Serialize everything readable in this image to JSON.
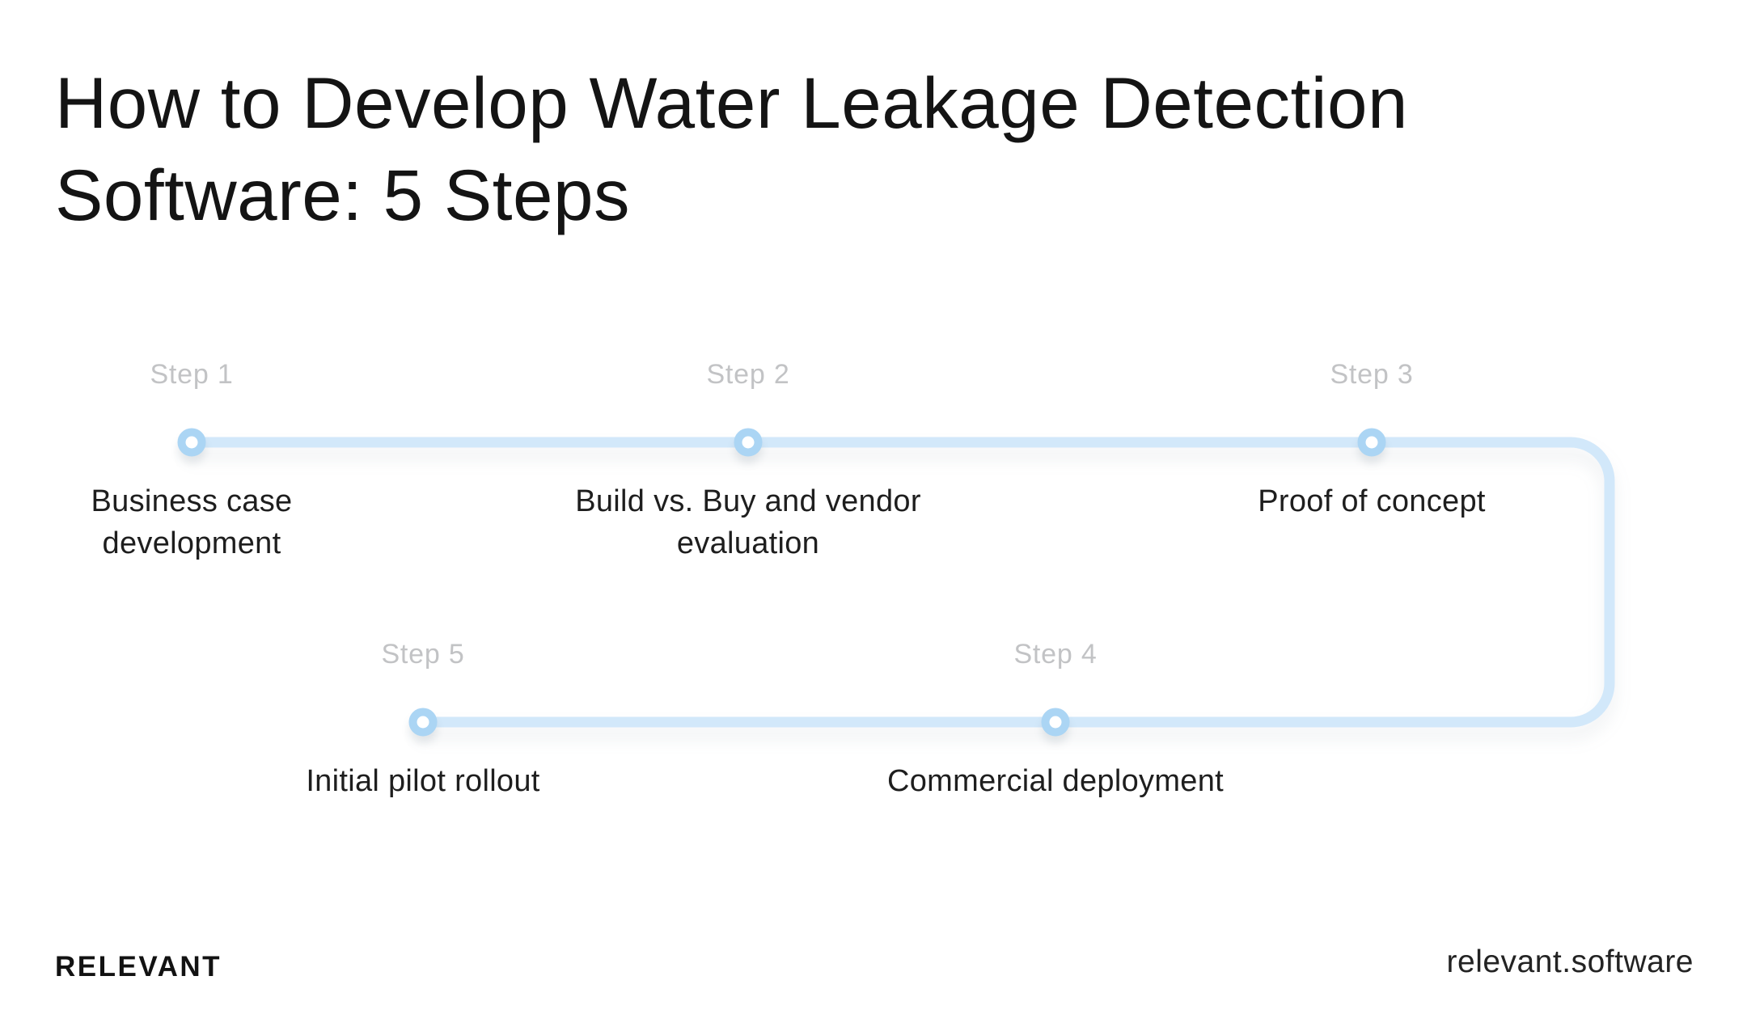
{
  "title": {
    "line1": "How to Develop Water Leakage Detection",
    "line2": "Software: 5 Steps"
  },
  "timeline": {
    "steps": [
      {
        "label": "Step 1",
        "description": "Business case\ndevelopment"
      },
      {
        "label": "Step 2",
        "description": "Build vs. Buy and vendor\nevaluation"
      },
      {
        "label": "Step 3",
        "description": "Proof of concept"
      },
      {
        "label": "Step 4",
        "description": "Commercial deployment"
      },
      {
        "label": "Step 5",
        "description": "Initial pilot rollout"
      }
    ],
    "colors": {
      "track": "#d2e8fa",
      "node_ring": "#abd5f4",
      "node_fill": "#ffffff",
      "step_label": "#c2c3c5",
      "description_text": "#1e1e1e"
    }
  },
  "footer": {
    "brand": "RELEVANT",
    "website": "relevant.software"
  }
}
